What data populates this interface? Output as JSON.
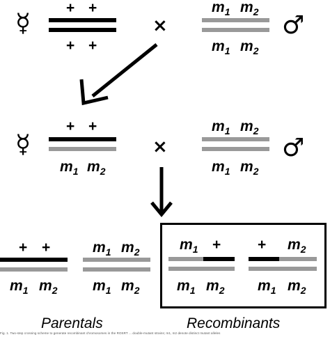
{
  "symbols": {
    "female": "☿",
    "male": "♂",
    "cross": "×",
    "plus": "+"
  },
  "alleles": {
    "m1": "m",
    "m1_sub": "1",
    "m2": "m",
    "m2_sub": "2"
  },
  "captions": {
    "parentals": "Parentals",
    "recombinants": "Recombinants"
  },
  "colors": {
    "wild_type_strand": "#000000",
    "mutant_strand": "#999999",
    "arrow": "#000000",
    "box_border": "#000000"
  },
  "footnote": "Fig. 1. Two-step crossing scheme to generate recombinant chromosomes in the ROSRT ... double-mutant strains; m1, m2 denote distinct mutant alleles"
}
